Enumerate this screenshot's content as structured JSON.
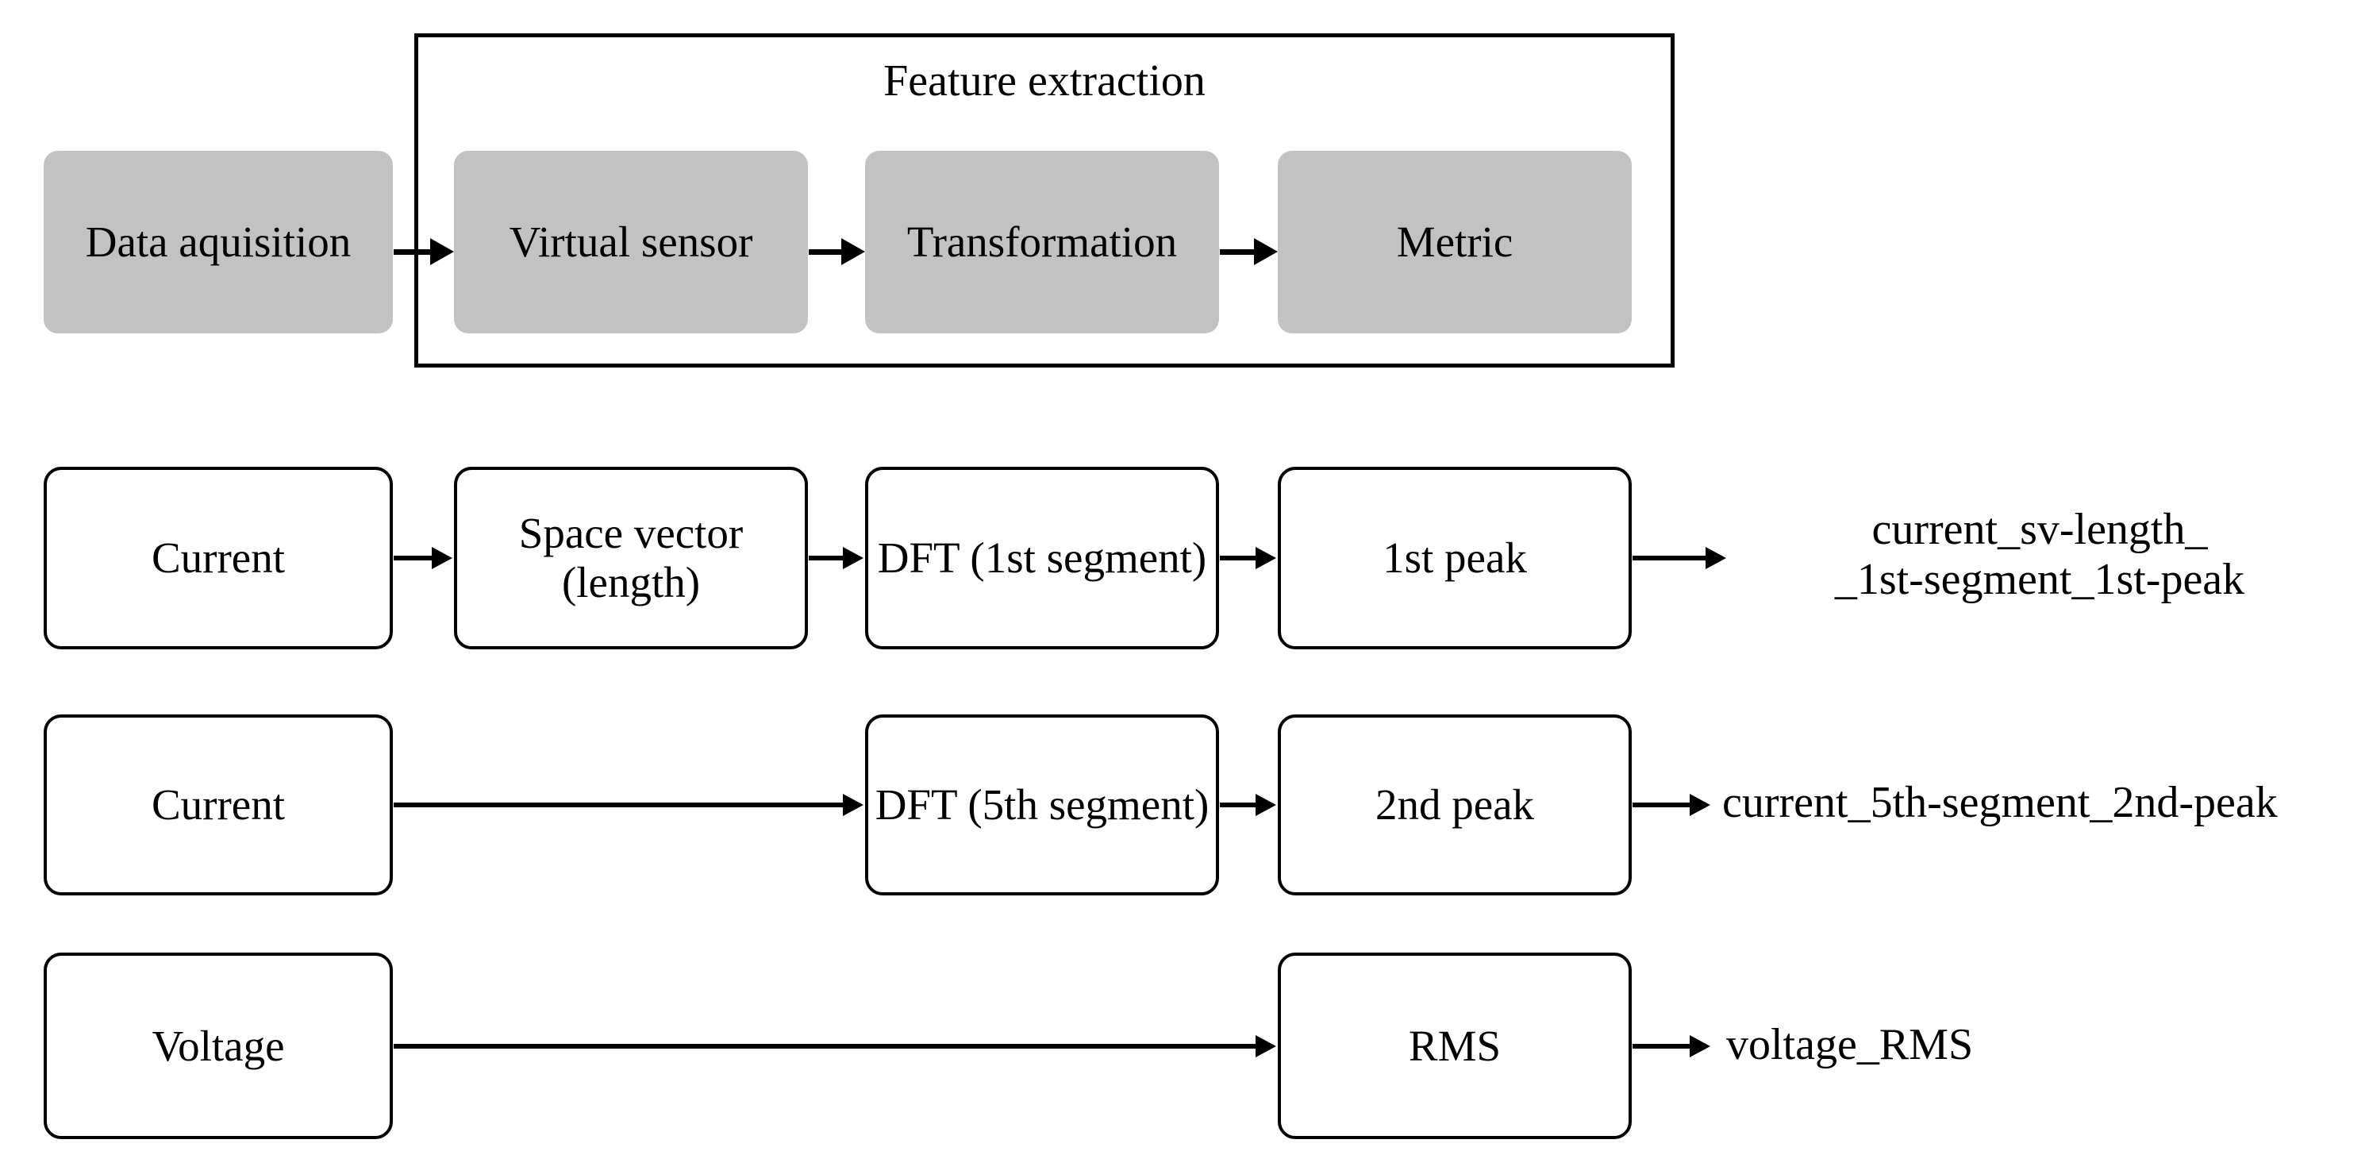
{
  "diagram": {
    "group": {
      "title": "Feature extraction"
    },
    "pipeline_row": {
      "stages": [
        {
          "label": "Data aquisition"
        },
        {
          "label": "Virtual sensor"
        },
        {
          "label": "Transformation"
        },
        {
          "label": "Metric"
        }
      ]
    },
    "examples": [
      {
        "source": "Current",
        "virtual_sensor": "Space vector\n(length)",
        "transformation": "DFT\n(1st segment)",
        "metric": "1st peak",
        "output": "current_sv-length_\n_1st-segment_1st-peak"
      },
      {
        "source": "Current",
        "virtual_sensor": "",
        "transformation": "DFT\n(5th segment)",
        "metric": "2nd peak",
        "output": "current_5th-segment_2nd-peak"
      },
      {
        "source": "Voltage",
        "virtual_sensor": "",
        "transformation": "",
        "metric": "RMS",
        "output": "voltage_RMS"
      }
    ],
    "colors": {
      "stage_fill": "#c2c2c2",
      "node_fill": "#ffffff",
      "stroke": "#000000",
      "background": "#ffffff"
    }
  }
}
